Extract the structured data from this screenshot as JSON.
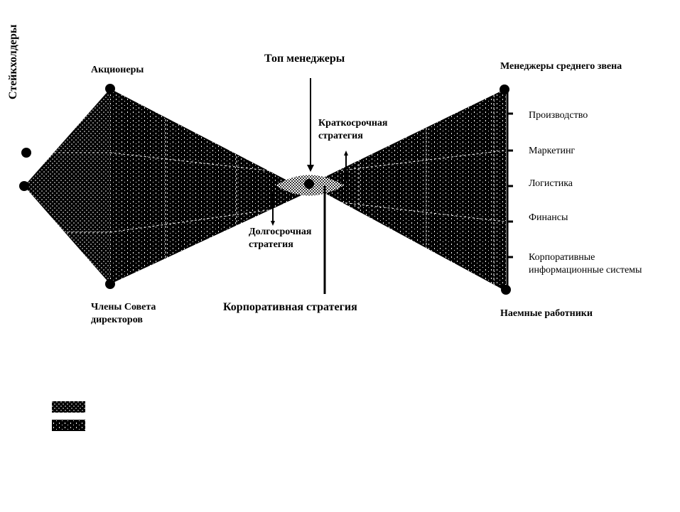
{
  "vertical_title": "Стейкхолдеры",
  "labels": {
    "top_managers": "Топ менеджеры",
    "shareholders": "Акционеры",
    "board_members_line1": "Члены Совета",
    "board_members_line2": "директоров",
    "middle_managers": "Менеджеры среднего звена",
    "employees": "Наемные работники",
    "corporate_strategy": "Корпоративная стратегия",
    "short_term_line1": "Краткосрочная",
    "short_term_line2": "стратегия",
    "long_term_line1": "Долгосрочная",
    "long_term_line2": "стратегия"
  },
  "functions": [
    "Производство",
    "Маркетинг",
    "Логистика",
    "Финансы"
  ],
  "function_corporate_line1": "Корпоративные",
  "function_corporate_line2": "информационные системы",
  "colors": {
    "fill": "#000000",
    "dots": "#ffffff",
    "background": "#ffffff"
  }
}
